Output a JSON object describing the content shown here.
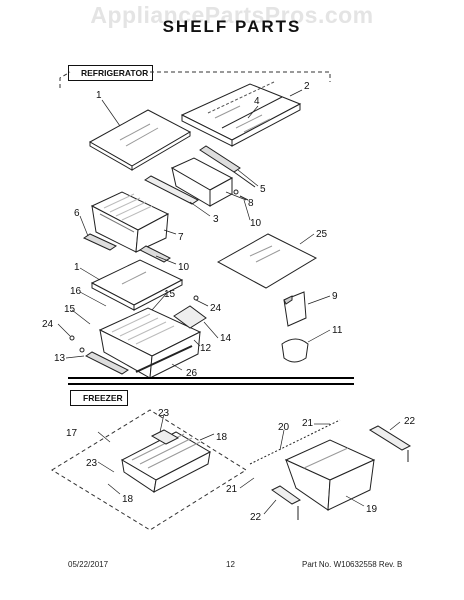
{
  "watermark": "AppliancePartsPros.com",
  "title": "SHELF PARTS",
  "sections": {
    "refrigerator": "REFRIGERATOR",
    "freezer": "FREEZER"
  },
  "callouts": {
    "r1a": "1",
    "r2": "2",
    "r4": "4",
    "r5": "5",
    "r8": "8",
    "r3": "3",
    "r10a": "10",
    "r6": "6",
    "r7": "7",
    "r25": "25",
    "r10b": "10",
    "r1b": "1",
    "r16": "16",
    "r15a": "15",
    "r24a": "24",
    "r9": "9",
    "r15b": "15",
    "r24b": "24",
    "r14": "14",
    "r11": "11",
    "r13": "13",
    "r12": "12",
    "r26": "26",
    "f23a": "23",
    "f18a": "18",
    "f17": "17",
    "f23b": "23",
    "f18b": "18",
    "f20": "20",
    "f21a": "21",
    "f22a": "22",
    "f21b": "21",
    "f22b": "22",
    "f19": "19"
  },
  "footer": {
    "date": "05/22/2017",
    "page": "12",
    "part_no": "Part No.  W10632558  Rev. B"
  }
}
